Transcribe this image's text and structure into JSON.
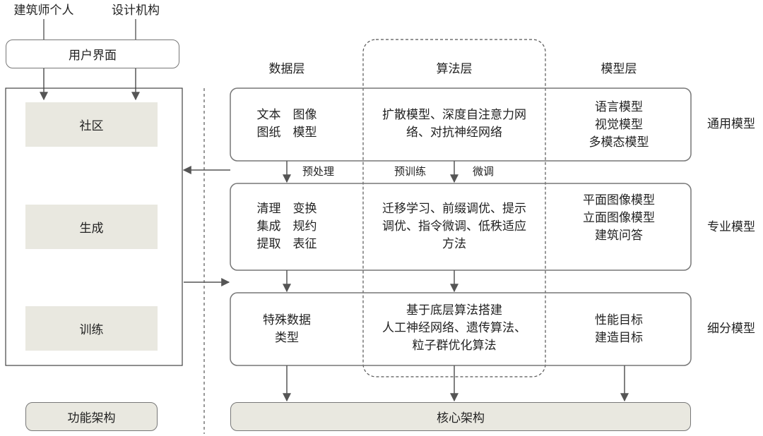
{
  "top_inputs": {
    "architect": "建筑师个人",
    "institution": "设计机构"
  },
  "user_interface": "用户界面",
  "functional": {
    "items": [
      "社区",
      "生成",
      "训练"
    ],
    "footer": "功能架构"
  },
  "columns": {
    "data": "数据层",
    "algorithm": "算法层",
    "model": "模型层"
  },
  "rows": [
    {
      "label": "通用模型",
      "data_lines": [
        "文本　图像",
        "图纸　模型"
      ],
      "algorithm_lines": [
        "扩散模型、深度自注意力网",
        "络、对抗神经网络"
      ],
      "model_lines": [
        "语言模型",
        "视觉模型",
        "多模态模型"
      ]
    },
    {
      "label": "专业模型",
      "data_lines": [
        "清理　变换",
        "集成　规约",
        "提取　表征"
      ],
      "algorithm_lines": [
        "迁移学习、前缀调优、提示",
        "调优、指令微调、低秩适应",
        "方法"
      ],
      "model_lines": [
        "平面图像模型",
        "立面图像模型",
        "建筑问答"
      ]
    },
    {
      "label": "细分模型",
      "data_lines": [
        "特殊数据",
        "类型"
      ],
      "algorithm_lines": [
        "基于底层算法搭建",
        "人工神经网络、遗传算法、",
        "粒子群优化算法"
      ],
      "model_lines": [
        "性能目标",
        "建造目标"
      ]
    }
  ],
  "arrow_labels": {
    "preprocess": "预处理",
    "pretrain": "预训练",
    "finetune": "微调"
  },
  "core": "核心架构",
  "colors": {
    "fill": "#e9e8e0",
    "stroke": "#777777",
    "arrow": "#555555",
    "text": "#222222"
  }
}
